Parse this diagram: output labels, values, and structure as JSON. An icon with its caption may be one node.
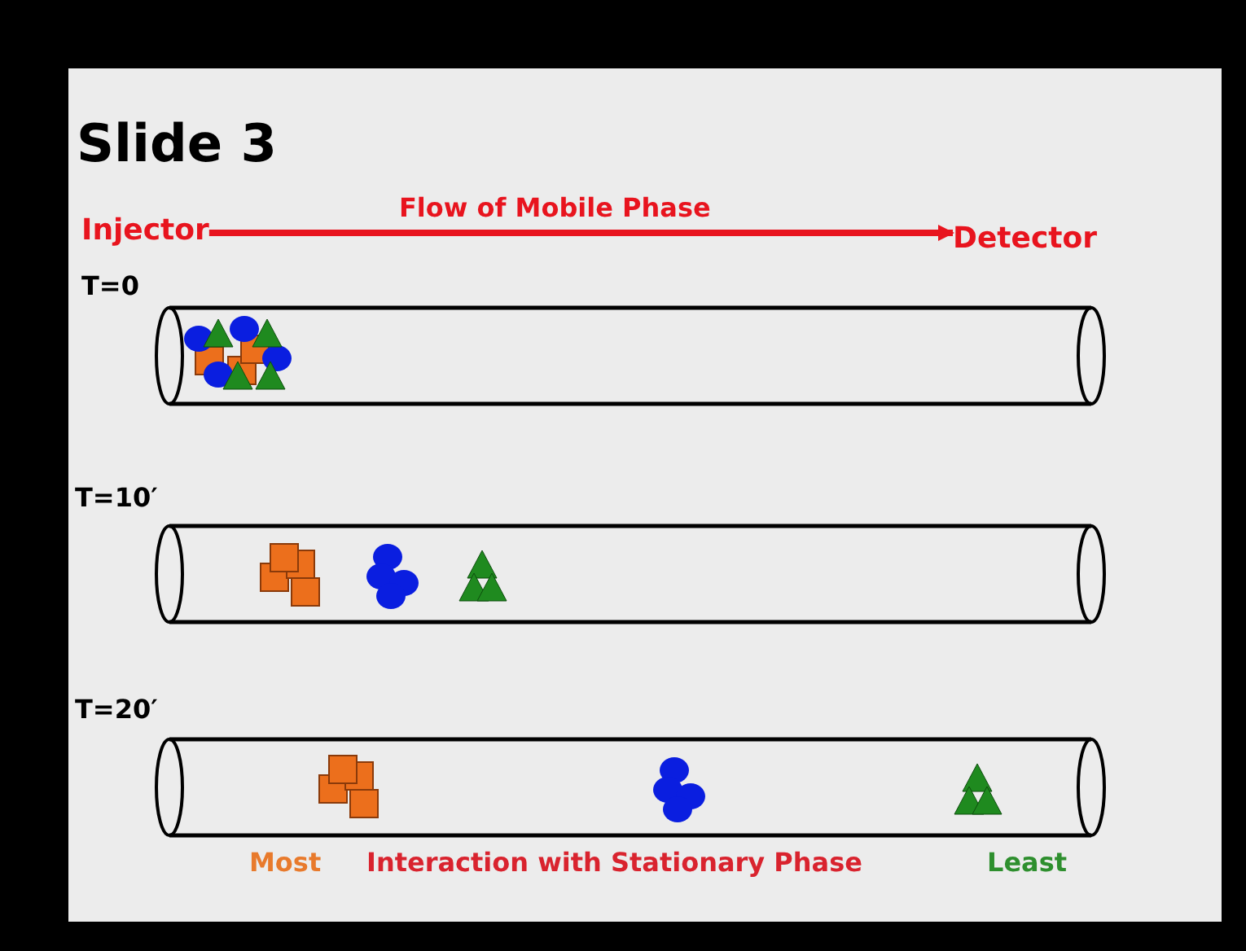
{
  "diagram": {
    "title": "Slide 3",
    "nodes": [
      {
        "text": [
          "Injector"
        ]
      },
      {
        "text": [
          "Detector"
        ]
      }
    ],
    "edges": [
      {
        "from": 0,
        "to": 1,
        "arrow": "to",
        "label": "Flow of Mobile Phase",
        "color": "#e8141e"
      }
    ],
    "labels": [
      "T=0",
      "T=10′",
      "T=20′",
      "Most",
      "Interaction with Stationary Phase",
      "Least"
    ]
  }
}
